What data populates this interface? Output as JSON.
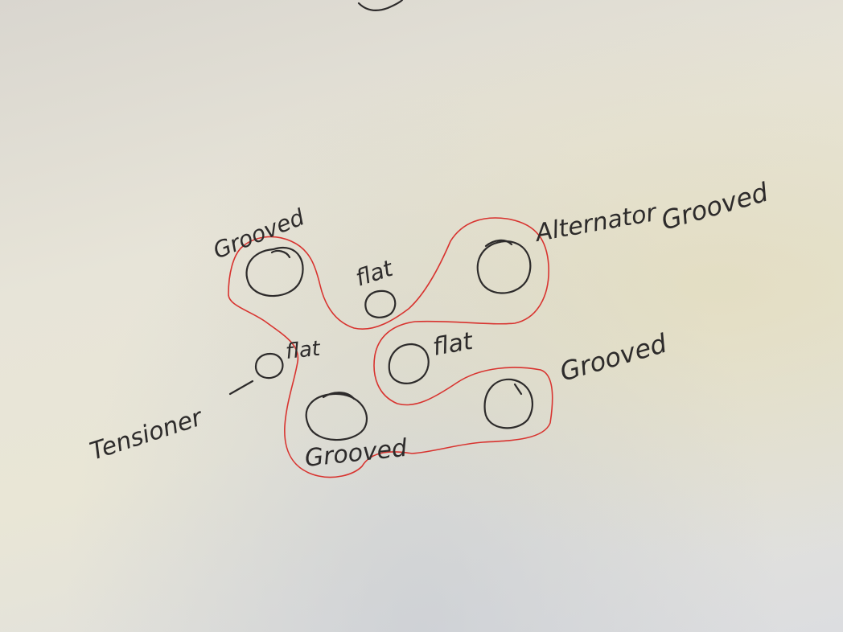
{
  "labels": {
    "top_left": "Grooved",
    "alternator": "Alternator",
    "alternator_type": "Grooved",
    "center_top": "flat",
    "center_mid": "flat",
    "right_mid": "Grooved",
    "tensioner": "Tensioner",
    "tensioner_type": "flat",
    "bottom": "Grooved"
  },
  "colors": {
    "ink": "#2d2b2b",
    "belt_path": "#d8332f",
    "paper": "#e7e4d8"
  }
}
